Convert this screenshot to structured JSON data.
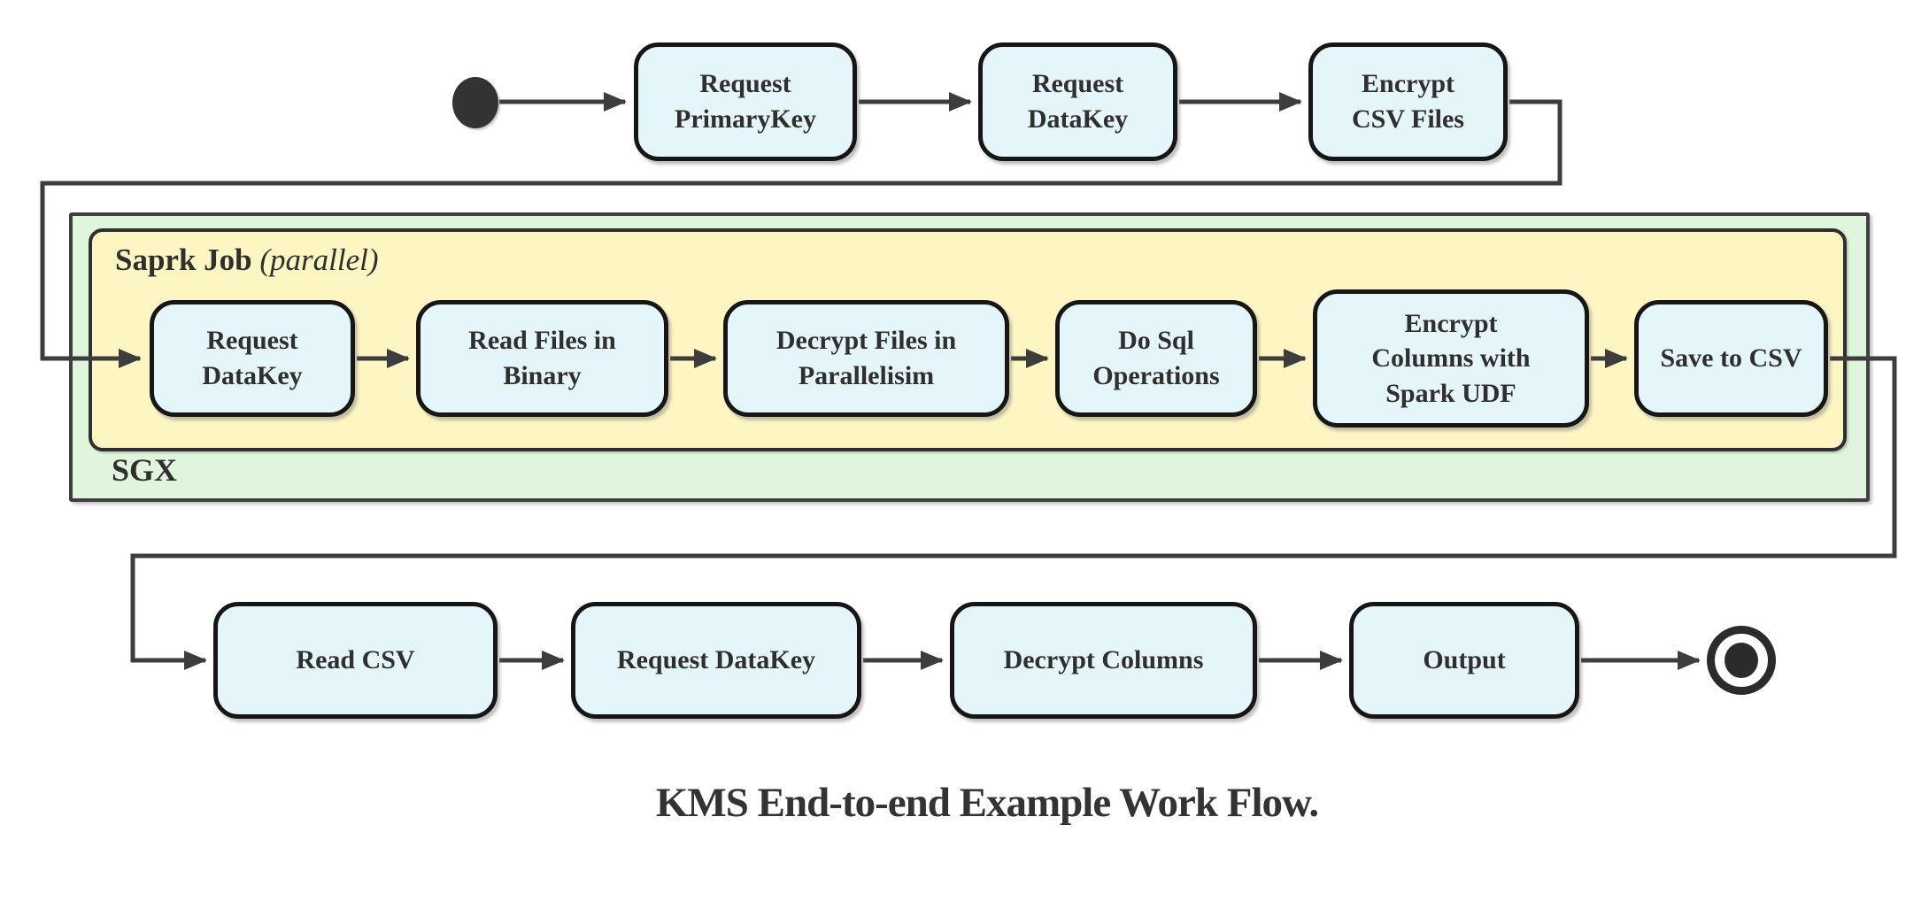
{
  "diagram": {
    "caption": "KMS End-to-end Example Work Flow.",
    "colors": {
      "node_fill": "#e4f6fa",
      "node_border": "#161616",
      "sgx_fill": "#e0f6dc",
      "spark_fill": "#fdf6c3",
      "edge": "#3d3d3d",
      "text": "#2f2f2f"
    },
    "start_label": "start",
    "end_label": "end",
    "top_row": {
      "nodes": [
        {
          "id": "request-primarykey",
          "lines": [
            "Request",
            "PrimaryKey"
          ]
        },
        {
          "id": "request-datakey",
          "lines": [
            "Request",
            "DataKey"
          ]
        },
        {
          "id": "encrypt-csv-files",
          "lines": [
            "Encrypt",
            "CSV Files"
          ]
        }
      ]
    },
    "sgx_group": {
      "label": "SGX",
      "spark_group": {
        "title": "Saprk Job",
        "qualifier": "(parallel)",
        "nodes": [
          {
            "id": "request-datakey-sgx",
            "lines": [
              "Request",
              "DataKey"
            ]
          },
          {
            "id": "read-files-in-binary",
            "lines": [
              "Read Files in",
              "Binary"
            ]
          },
          {
            "id": "decrypt-files-in-parallelisim",
            "lines": [
              "Decrypt Files in",
              "Parallelisim"
            ]
          },
          {
            "id": "do-sql-operations",
            "lines": [
              "Do Sql",
              "Operations"
            ]
          },
          {
            "id": "encrypt-columns-with-spark-udf",
            "lines": [
              "Encrypt",
              "Columns with",
              "Spark UDF"
            ]
          },
          {
            "id": "save-to-csv",
            "lines": [
              "Save to CSV"
            ]
          }
        ]
      }
    },
    "bottom_row": {
      "nodes": [
        {
          "id": "read-csv",
          "lines": [
            "Read CSV"
          ]
        },
        {
          "id": "request-datakey-bottom",
          "lines": [
            "Request DataKey"
          ]
        },
        {
          "id": "decrypt-columns",
          "lines": [
            "Decrypt Columns"
          ]
        },
        {
          "id": "output",
          "lines": [
            "Output"
          ]
        }
      ]
    }
  }
}
